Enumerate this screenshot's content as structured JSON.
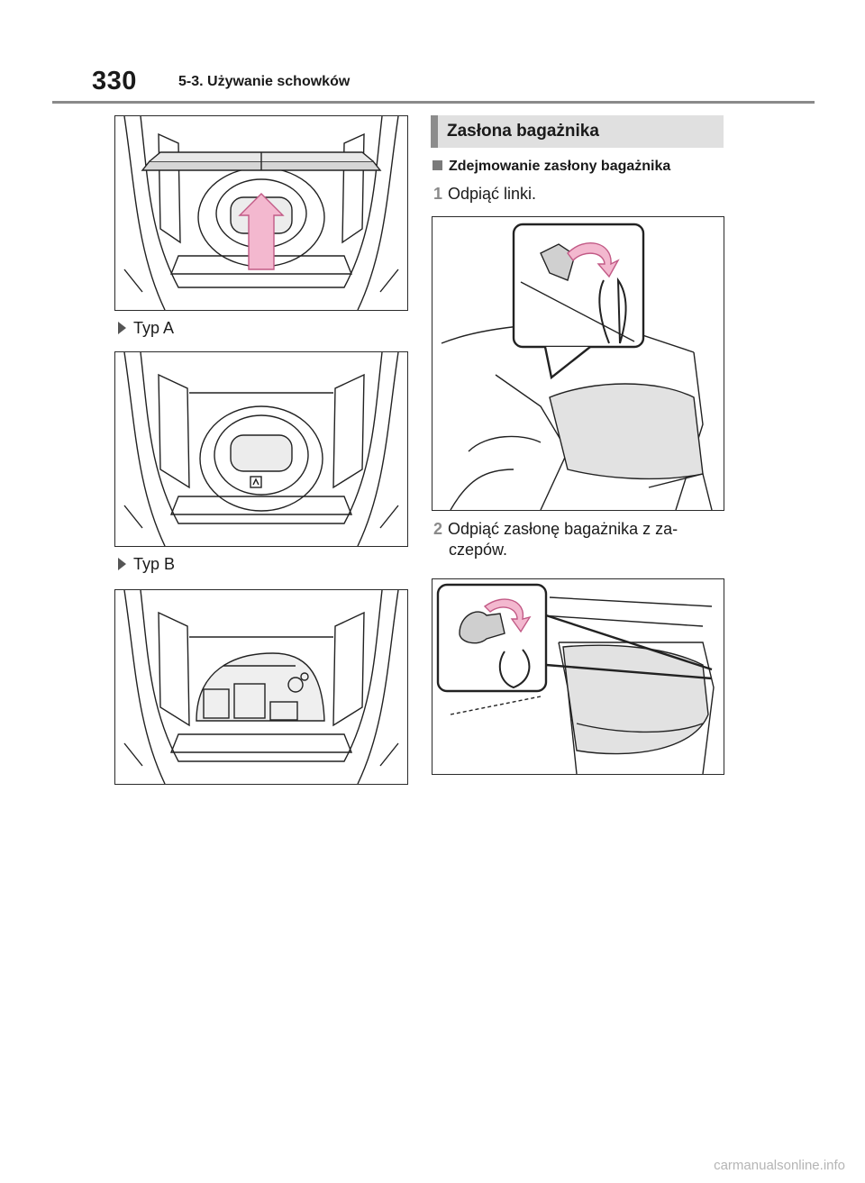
{
  "header": {
    "page_number": "330",
    "section_title": "5-3. Używanie schowków"
  },
  "left_column": {
    "caption_a": "Typ A",
    "caption_b": "Typ B"
  },
  "right_column": {
    "heading": "Zasłona bagażnika",
    "subheading": "Zdejmowanie zasłony bagażnika",
    "step1_num": "1",
    "step1_text": "Odpiąć linki.",
    "step2_num": "2",
    "step2_line1": "Odpiąć zasłonę bagażnika z za-",
    "step2_line2": "czepów."
  },
  "watermark": "carmanualsonline.info",
  "colors": {
    "accent_gray": "#8c8c8c",
    "heading_bg": "#e0e0e0",
    "arrow_pink": "#f3b8cf"
  }
}
